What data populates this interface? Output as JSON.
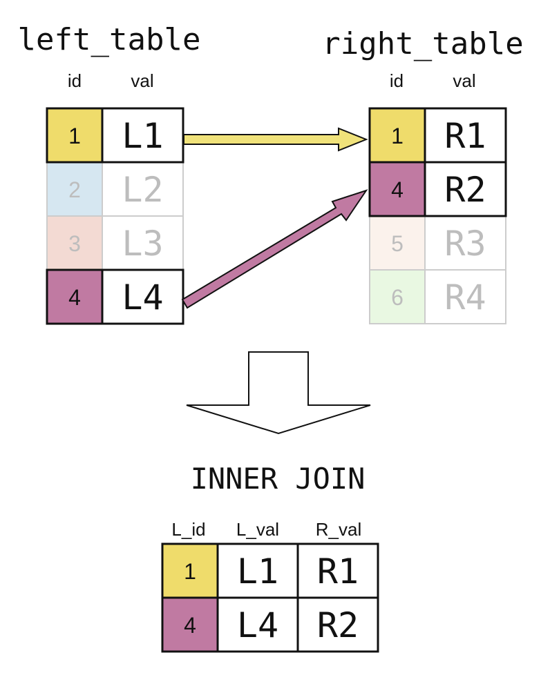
{
  "left_table": {
    "title": "left_table",
    "columns": [
      "id",
      "val"
    ],
    "rows": [
      {
        "id": "1",
        "val": "L1",
        "id_color": "#efdc6b",
        "faded": false
      },
      {
        "id": "2",
        "val": "L2",
        "id_color": "#d6e7f1",
        "faded": true
      },
      {
        "id": "3",
        "val": "L3",
        "id_color": "#f3dad3",
        "faded": true
      },
      {
        "id": "4",
        "val": "L4",
        "id_color": "#c07aa2",
        "faded": false
      }
    ]
  },
  "right_table": {
    "title": "right_table",
    "columns": [
      "id",
      "val"
    ],
    "rows": [
      {
        "id": "1",
        "val": "R1",
        "id_color": "#efdc6b",
        "faded": false
      },
      {
        "id": "4",
        "val": "R2",
        "id_color": "#c07aa2",
        "faded": false
      },
      {
        "id": "5",
        "val": "R3",
        "id_color": "#fbf2ec",
        "faded": true
      },
      {
        "id": "6",
        "val": "R4",
        "id_color": "#e9f8e2",
        "faded": true
      }
    ]
  },
  "operation": {
    "label": "INNER JOIN"
  },
  "result_table": {
    "columns": [
      "L_id",
      "L_val",
      "R_val"
    ],
    "rows": [
      {
        "L_id": "1",
        "L_val": "L1",
        "R_val": "R1",
        "id_color": "#efdc6b"
      },
      {
        "L_id": "4",
        "L_val": "L4",
        "R_val": "R2",
        "id_color": "#c07aa2"
      }
    ]
  },
  "colors": {
    "match_yellow": "#efdc6b",
    "match_purple": "#c07aa2",
    "arrow_yellow": "#f0e27a",
    "arrow_purple": "#c07aa2",
    "faded_text": "#bdbdbd",
    "faded_border": "#cccccc",
    "border": "#111111"
  }
}
